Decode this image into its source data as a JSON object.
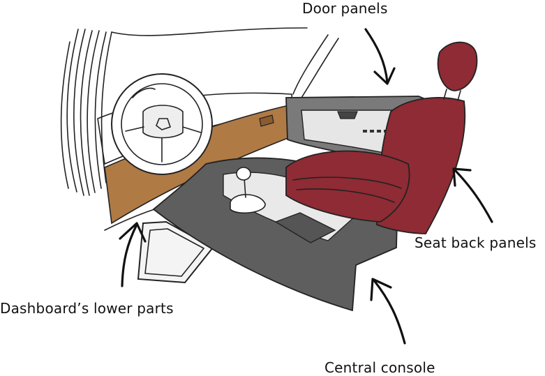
{
  "labels": {
    "door_panels": "Door panels",
    "seat_back_panels": "Seat back panels",
    "dashboard_lower_parts": "Dashboard’s lower parts",
    "central_console": "Central console"
  },
  "colors": {
    "dashboard_wood": "#B07A45",
    "seat_red": "#8E2B34",
    "console_gray": "#5E5E5E",
    "door_gray": "#7A7A7A",
    "ink": "#222222"
  }
}
